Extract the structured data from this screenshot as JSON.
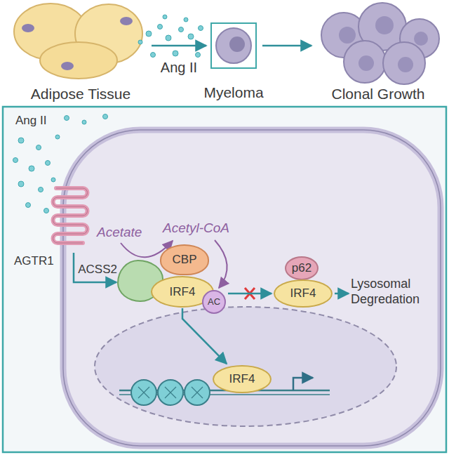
{
  "diagram": {
    "nodes": [
      {
        "text": [
          "Adipose Tissue"
        ]
      },
      {
        "text": [
          "Myeloma"
        ]
      },
      {
        "text": [
          "Clonal Growth"
        ]
      },
      {
        "text": [
          "AGTR1"
        ]
      },
      {
        "text": [
          "ACSS2"
        ]
      },
      {
        "text": [
          "CBP"
        ]
      },
      {
        "text": [
          "IRF4"
        ]
      },
      {
        "text": [
          "AC"
        ]
      },
      {
        "text": [
          "p62"
        ]
      },
      {
        "text": [
          "IRF4"
        ]
      },
      {
        "text": [
          "Lysosomal Degredation"
        ]
      },
      {
        "text": [
          "IRF4"
        ]
      }
    ],
    "edges": [
      {
        "from": 0,
        "to": 1,
        "label": "Ang II",
        "arrow": "to"
      },
      {
        "from": 1,
        "to": 2,
        "arrow": "to"
      },
      {
        "from": 3,
        "to": 4,
        "arrow": "to"
      },
      {
        "from": 7,
        "to": 9,
        "arrow": "to"
      },
      {
        "from": 9,
        "to": 10,
        "arrow": "to"
      },
      {
        "from": 6,
        "to": 11,
        "arrow": "to"
      }
    ],
    "labels": [
      "Ang II",
      "Acetate",
      "Acetyl-CoA"
    ]
  }
}
